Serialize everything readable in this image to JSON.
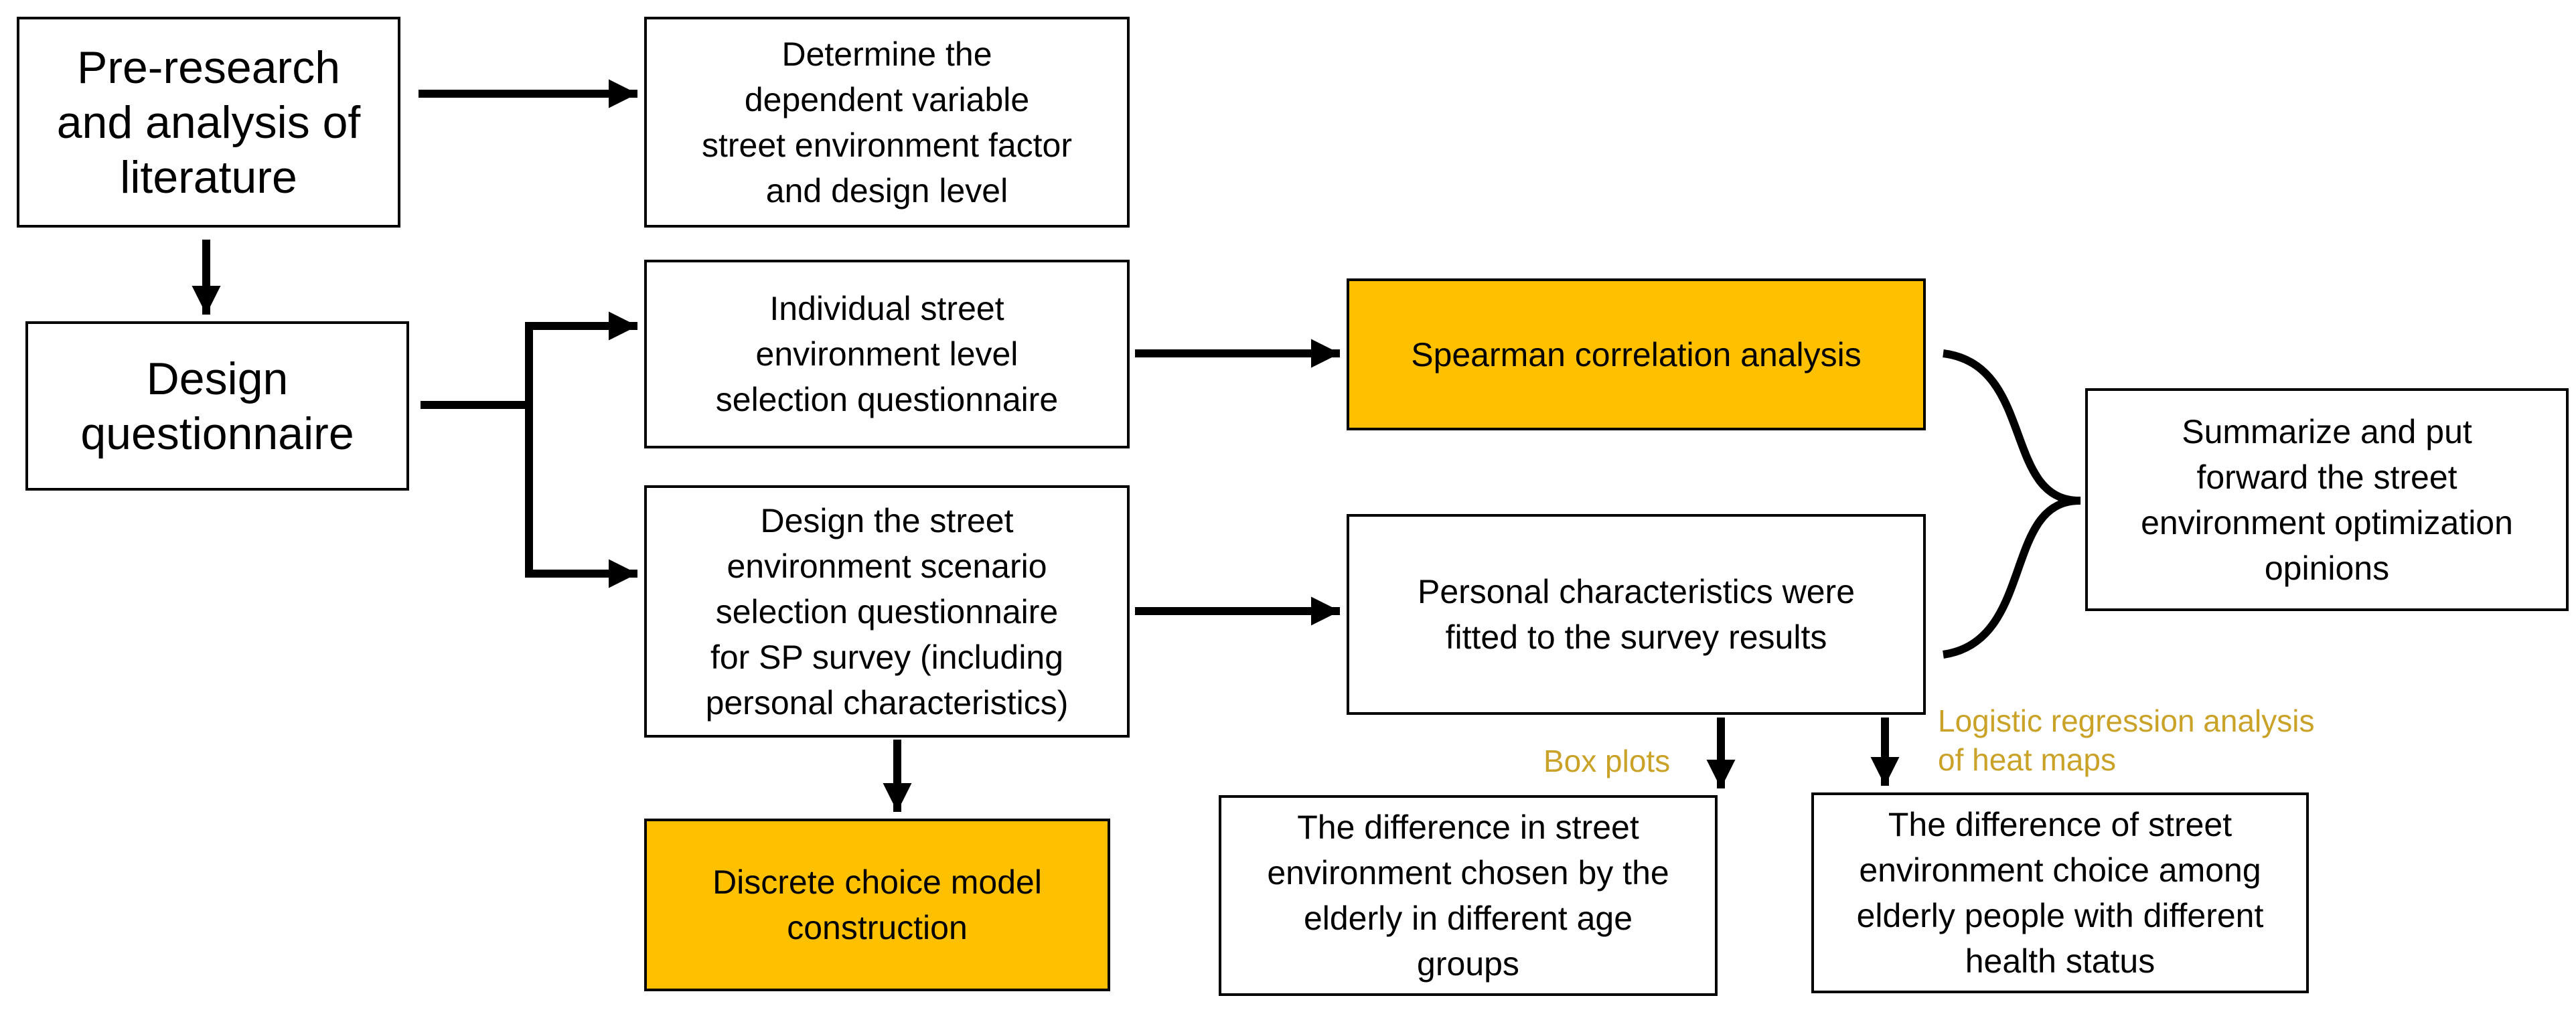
{
  "nodes": {
    "pre_research": "Pre-research\nand analysis of\nliterature",
    "determine": "Determine the\ndependent variable\nstreet environment factor\nand design level",
    "design_q": "Design\nquestionnaire",
    "individual": "Individual street\nenvironment level\nselection questionnaire",
    "spearman": "Spearman correlation analysis",
    "design_sp": "Design the street\nenvironment scenario\nselection questionnaire\nfor SP survey (including\npersonal characteristics)",
    "personal": "Personal characteristics were\nfitted to the survey results",
    "summarize": "Summarize and put\nforward the street\nenvironment optimization\nopinions",
    "discrete": "Discrete choice model\nconstruction",
    "diff_age": "The difference in street\nenvironment chosen by the\nelderly in different age\ngroups",
    "diff_health": "The difference of street\nenvironment choice among\nelderly people with different\nhealth status"
  },
  "notes": {
    "box_plots": "Box plots",
    "logistic": "Logistic regression analysis\n of heat maps"
  },
  "colors": {
    "highlight": "#ffc000",
    "note": "#c9a227",
    "line": "#000000"
  }
}
